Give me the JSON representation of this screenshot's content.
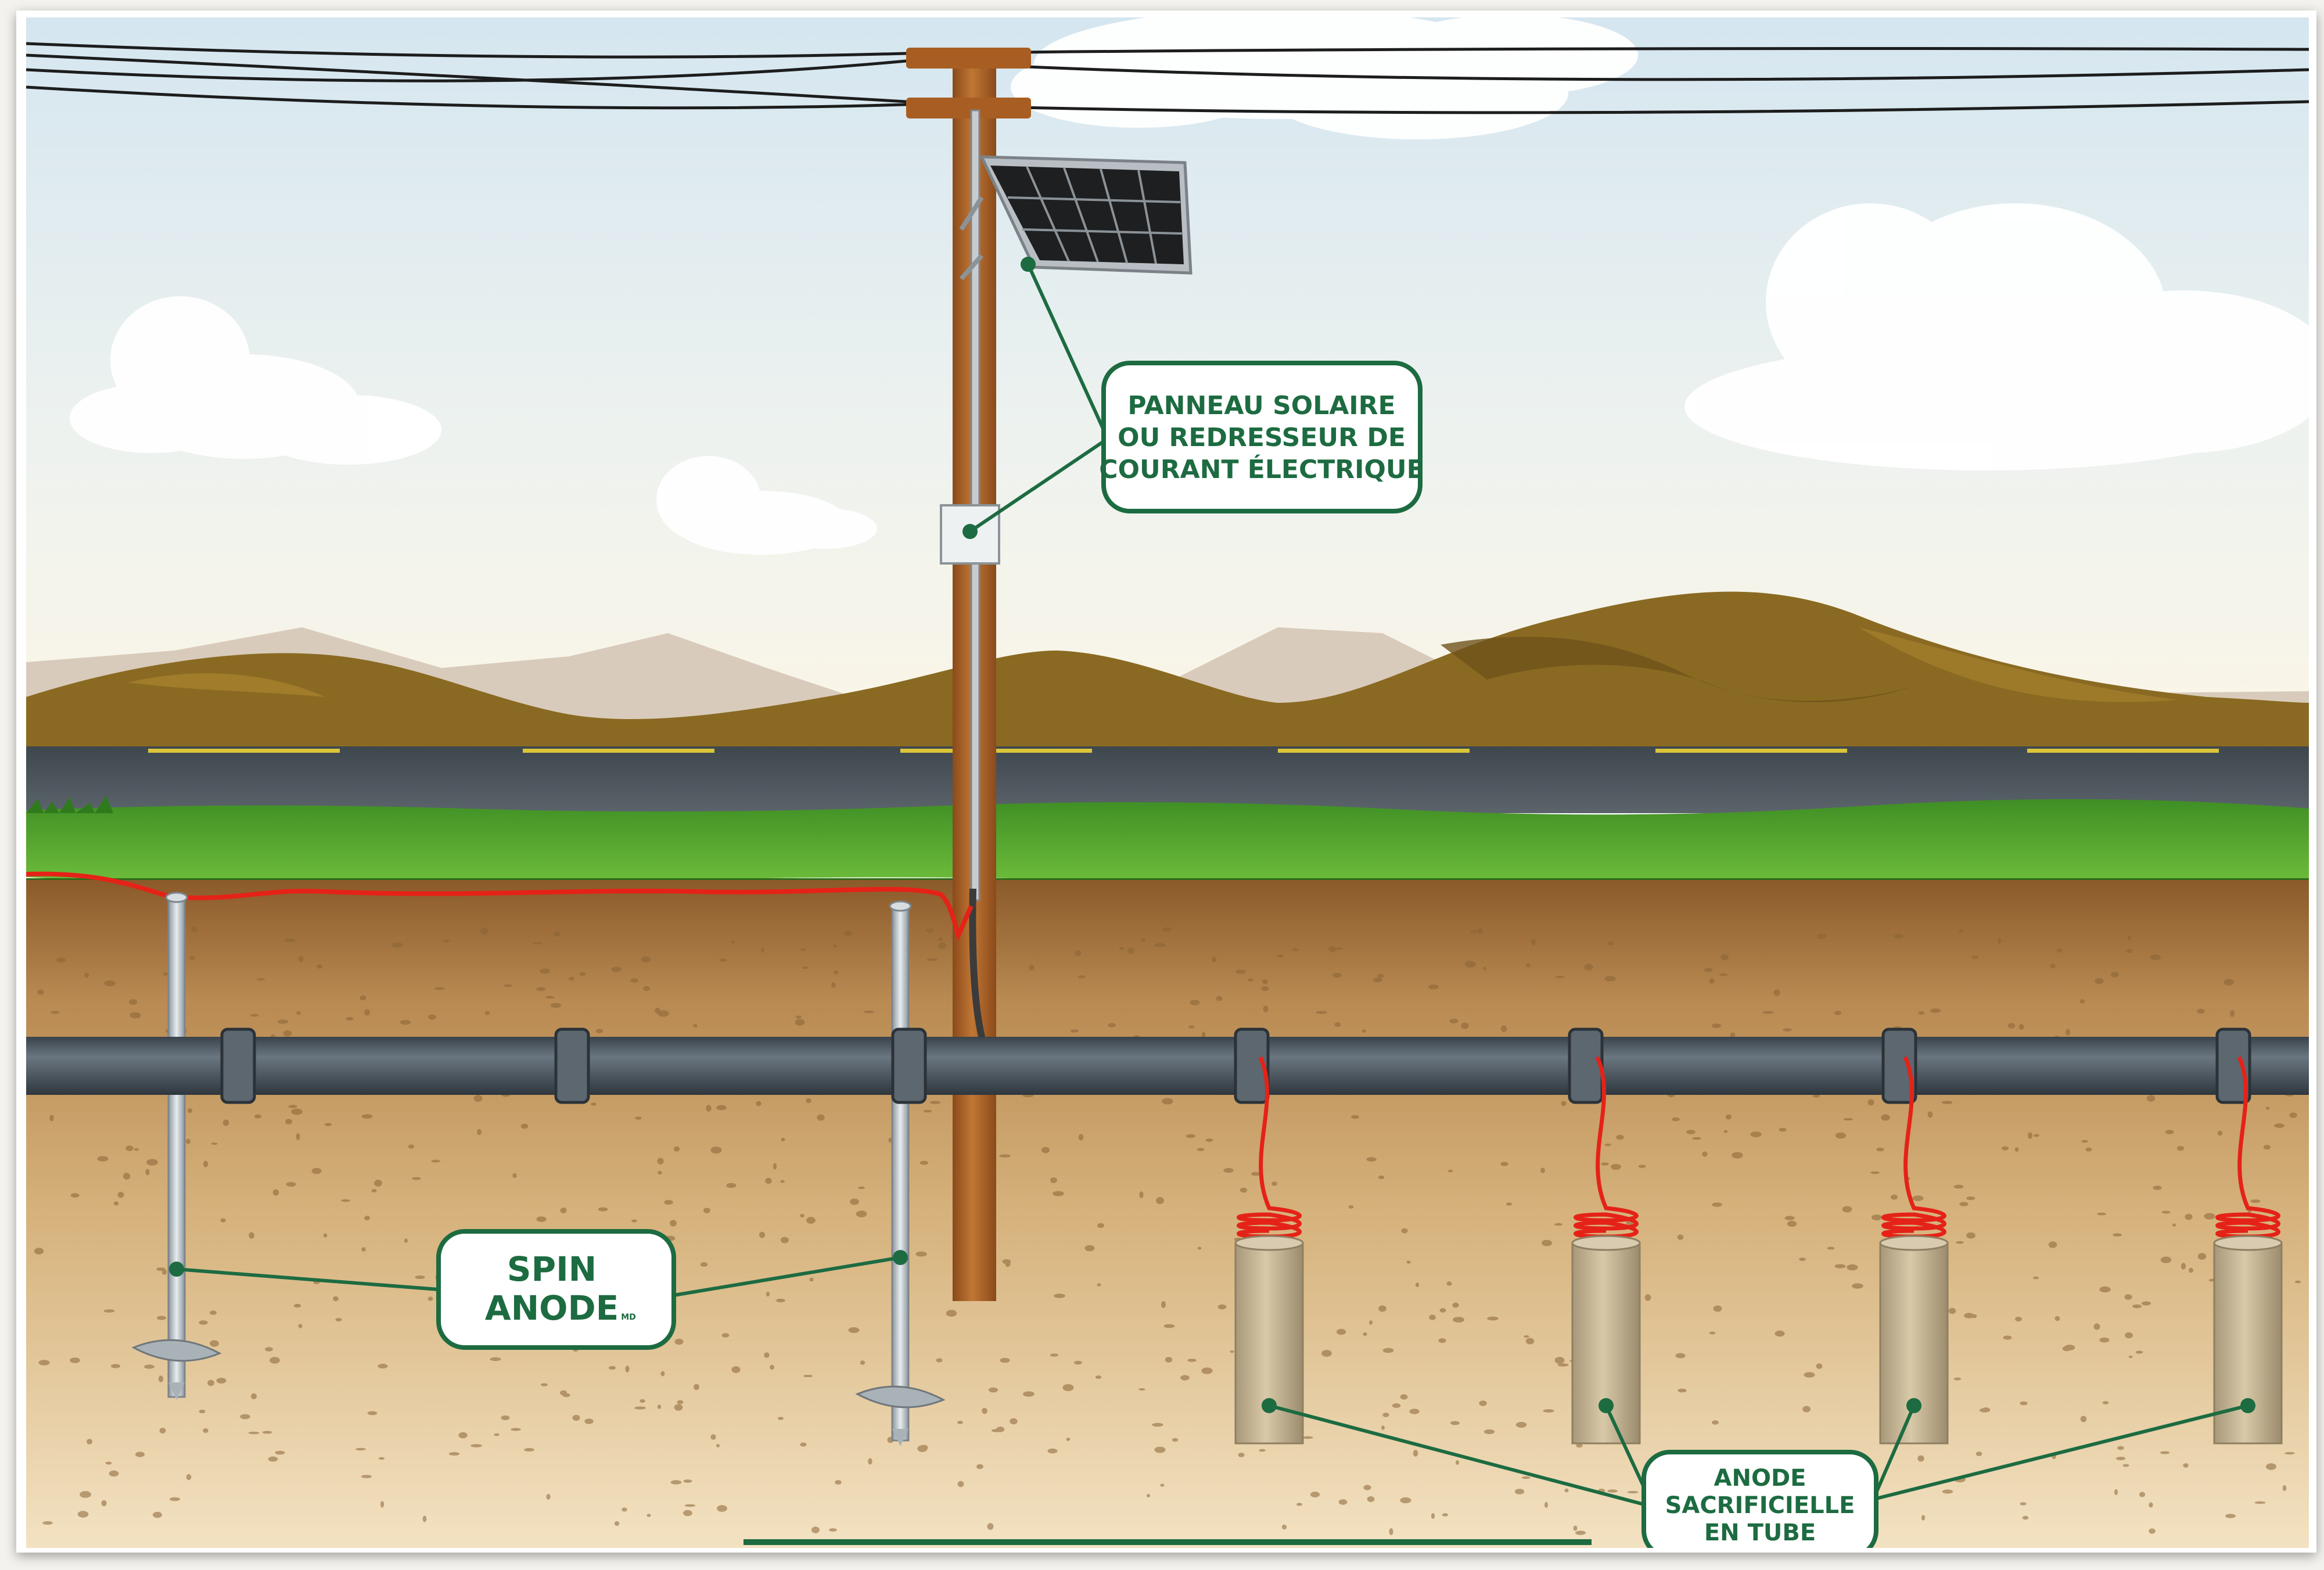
{
  "colors": {
    "sky_top": "#dbe9f1",
    "sky_bottom": "#fcf7ea",
    "hill": "#8a6a22",
    "road": "#4f5860",
    "grass": "#4a9a2c",
    "soil": "#c8a36c",
    "pipe": "#515c66",
    "pole": "#b56a2a",
    "callout_green": "#1d6b41",
    "wire_red": "#e52218",
    "anode_tube": "#c9b998"
  },
  "callouts": {
    "solar": {
      "lines": [
        "PANNEAU SOLAIRE",
        "OU REDRESSEUR DE",
        "COURANT ÉLECTRIQUE"
      ]
    },
    "spin": {
      "line1": "SPIN",
      "line2": "ANODE",
      "mark": "MD"
    },
    "tube": {
      "lines": [
        "ANODE",
        "SACRIFICIELLE",
        "EN TUBE"
      ]
    }
  },
  "icons": {
    "solar_panel": "solar-panel-icon",
    "rectifier_box": "rectifier-box-icon",
    "spin_anode": "spin-anode-icon",
    "tube_anode": "tube-anode-icon"
  }
}
